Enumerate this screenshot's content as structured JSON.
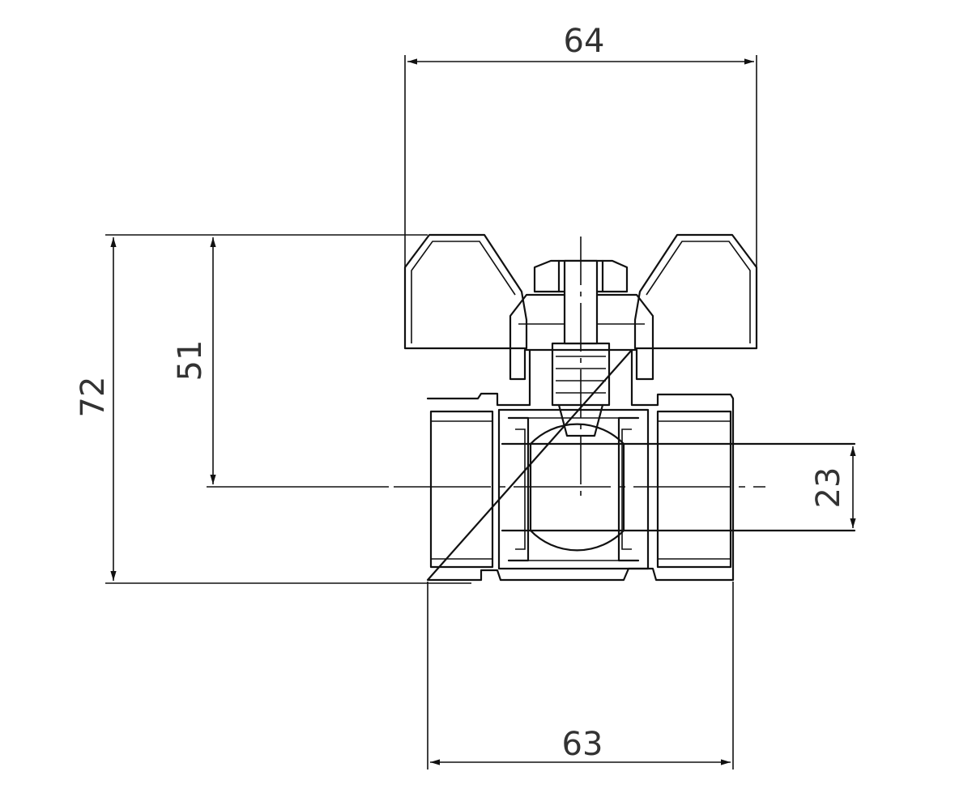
{
  "drawing": {
    "dimensions": {
      "top_width": "64",
      "bottom_width": "63",
      "total_height": "72",
      "axis_height": "51",
      "bore_diameter": "23"
    },
    "colors": {
      "line": "#111111",
      "text": "#333333",
      "background": "#ffffff"
    }
  }
}
